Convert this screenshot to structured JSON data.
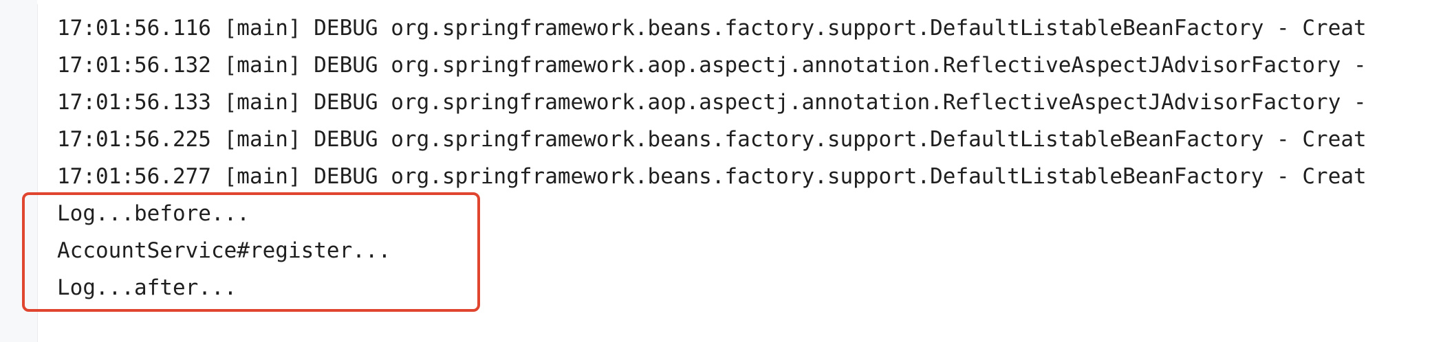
{
  "console": {
    "lines": [
      "17:01:56.116 [main] DEBUG org.springframework.beans.factory.support.DefaultListableBeanFactory - Creat",
      "17:01:56.132 [main] DEBUG org.springframework.aop.aspectj.annotation.ReflectiveAspectJAdvisorFactory -",
      "17:01:56.133 [main] DEBUG org.springframework.aop.aspectj.annotation.ReflectiveAspectJAdvisorFactory -",
      "17:01:56.225 [main] DEBUG org.springframework.beans.factory.support.DefaultListableBeanFactory - Creat",
      "17:01:56.277 [main] DEBUG org.springframework.beans.factory.support.DefaultListableBeanFactory - Creat",
      "Log...before...",
      "AccountService#register...",
      "Log...after..."
    ]
  },
  "colors": {
    "text": "#1f1f1f",
    "background": "#ffffff",
    "gutter": "#f7f8fa",
    "highlight_border": "#e0452f"
  }
}
